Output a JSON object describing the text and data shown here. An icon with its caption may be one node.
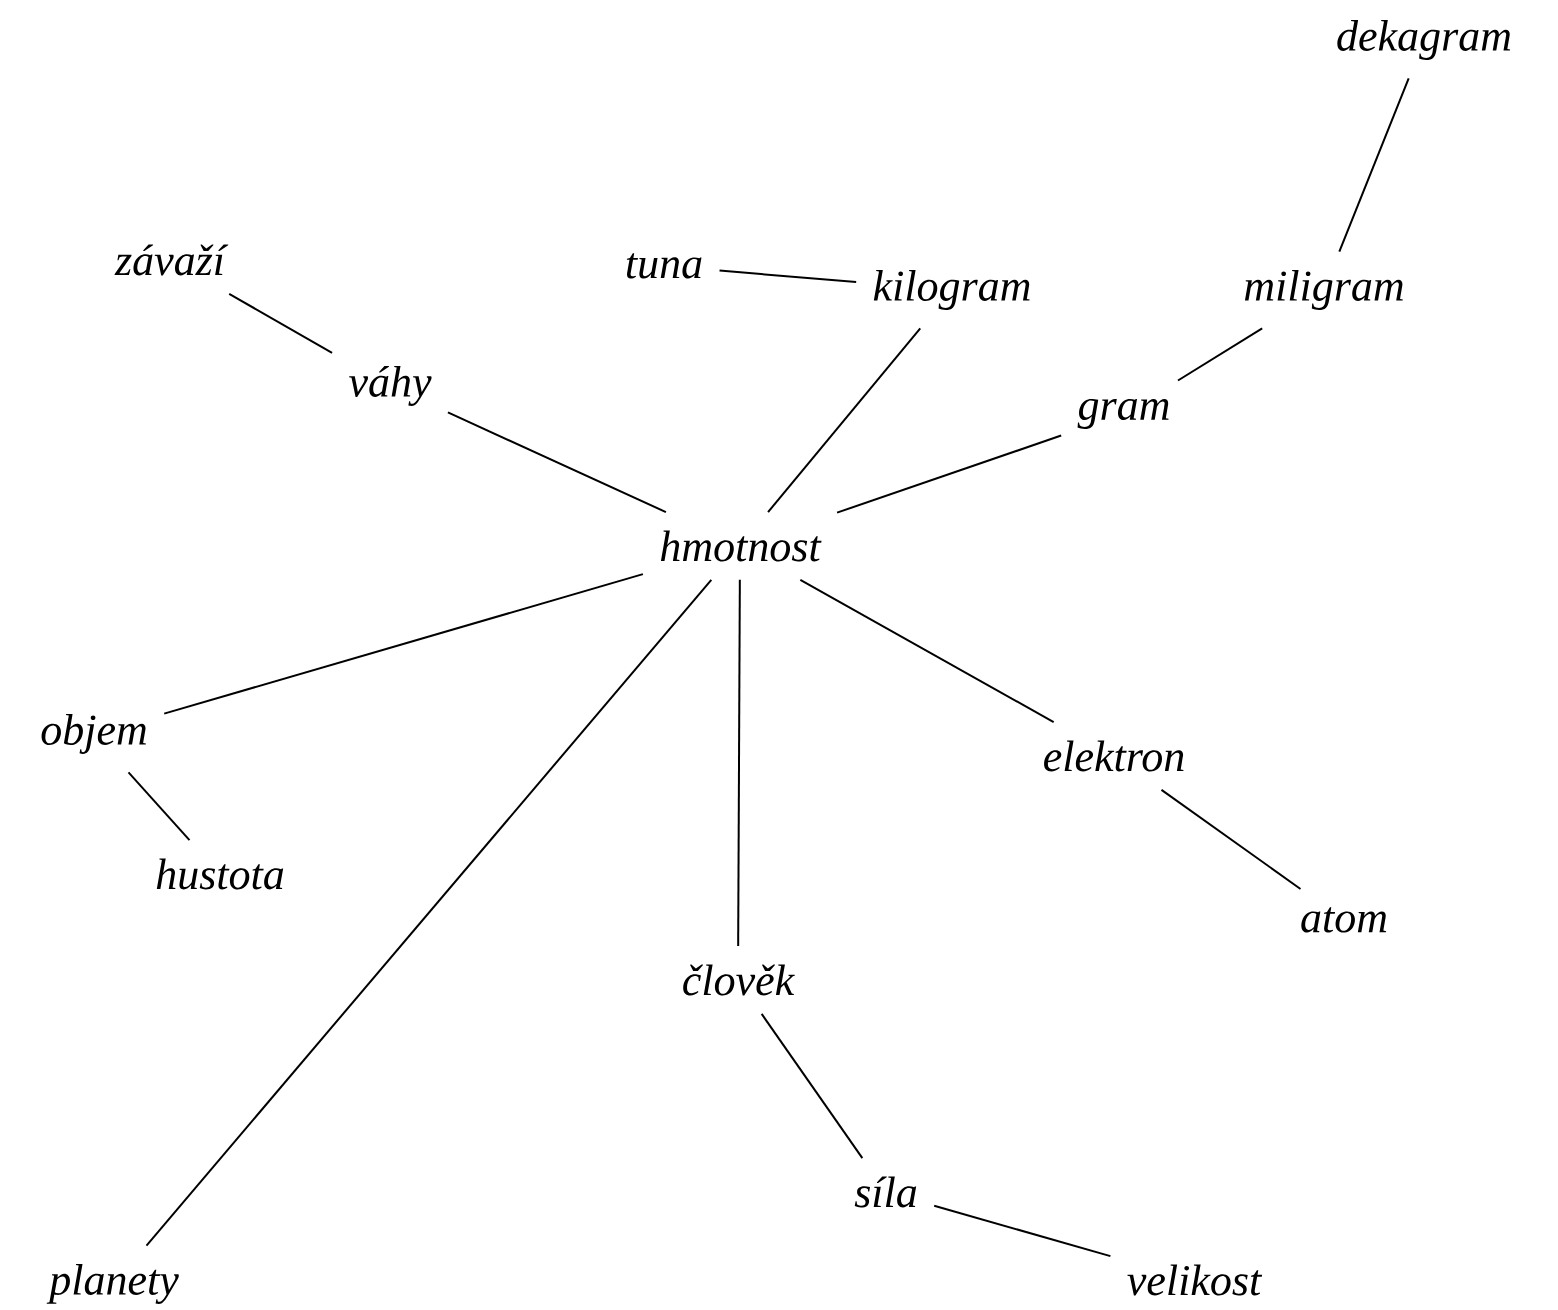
{
  "diagram": {
    "nodes": [
      {
        "text": [
          "dekagram"
        ]
      },
      {
        "text": [
          "tuna"
        ]
      },
      {
        "text": [
          "kilogram"
        ]
      },
      {
        "text": [
          "miligram"
        ]
      },
      {
        "text": [
          "závaží"
        ]
      },
      {
        "text": [
          "gram"
        ]
      },
      {
        "text": [
          "váhy"
        ]
      },
      {
        "text": [
          "hmotnost"
        ]
      },
      {
        "text": [
          "objem"
        ]
      },
      {
        "text": [
          "elektron"
        ]
      },
      {
        "text": [
          "hustota"
        ]
      },
      {
        "text": [
          "atom"
        ]
      },
      {
        "text": [
          "člověk"
        ]
      },
      {
        "text": [
          "síla"
        ]
      },
      {
        "text": [
          "planety"
        ]
      },
      {
        "text": [
          "velikost"
        ]
      }
    ],
    "edges": [
      {
        "from": 0,
        "to": 3,
        "arrow": "none"
      },
      {
        "from": 1,
        "to": 2,
        "arrow": "none"
      },
      {
        "from": 2,
        "to": 7,
        "arrow": "none"
      },
      {
        "from": 3,
        "to": 5,
        "arrow": "none"
      },
      {
        "from": 5,
        "to": 7,
        "arrow": "none"
      },
      {
        "from": 4,
        "to": 6,
        "arrow": "none"
      },
      {
        "from": 6,
        "to": 7,
        "arrow": "none"
      },
      {
        "from": 7,
        "to": 8,
        "arrow": "none"
      },
      {
        "from": 8,
        "to": 10,
        "arrow": "none"
      },
      {
        "from": 7,
        "to": 9,
        "arrow": "none"
      },
      {
        "from": 9,
        "to": 11,
        "arrow": "none"
      },
      {
        "from": 7,
        "to": 12,
        "arrow": "none"
      },
      {
        "from": 12,
        "to": 13,
        "arrow": "none"
      },
      {
        "from": 13,
        "to": 15,
        "arrow": "none"
      },
      {
        "from": 7,
        "to": 14,
        "arrow": "none"
      }
    ]
  }
}
